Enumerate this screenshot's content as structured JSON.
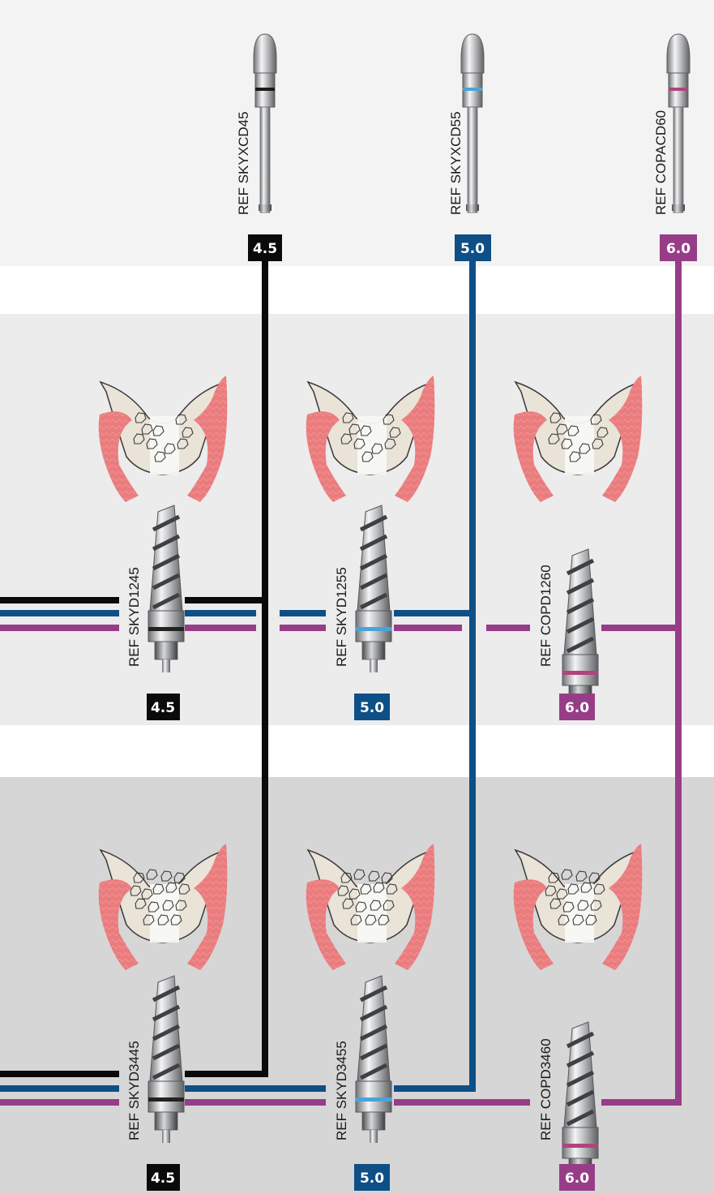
{
  "colors": {
    "black": "#0a0a0a",
    "blue": "#0e4f86",
    "purple": "#973d88",
    "top_band": "#f3f3f3",
    "mid_band": "#ececec",
    "bottom_band": "#d6d6d6",
    "bone": "#e9e3d8",
    "gum": "#ea7c7e"
  },
  "sections": {
    "top": {
      "items": [
        {
          "ref": "REF SKYXCD45",
          "badge": "4.5",
          "color": "black",
          "ring_color": "#1a1a1a",
          "icon": "cortical-drill-icon"
        },
        {
          "ref": "REF SKYXCD55",
          "badge": "5.0",
          "color": "blue",
          "ring_color": "#4aa3d8",
          "icon": "cortical-drill-icon"
        },
        {
          "ref": "REF COPACD60",
          "badge": "6.0",
          "color": "purple",
          "ring_color": "#b1437d",
          "icon": "cortical-drill-icon"
        }
      ]
    },
    "middle": {
      "items": [
        {
          "ref": "REF SKYD1245",
          "badge": "4.5",
          "color": "black",
          "ring_color": "#222222",
          "icon": "twist-drill-icon"
        },
        {
          "ref": "REF SKYD1255",
          "badge": "5.0",
          "color": "blue",
          "ring_color": "#4aa3d8",
          "icon": "twist-drill-icon"
        },
        {
          "ref": "REF COPD1260",
          "badge": "6.0",
          "color": "purple",
          "ring_color": "#b1437d",
          "icon": "twist-drill-icon"
        }
      ],
      "bone_icon": "bone-cross-section-dense-icon"
    },
    "bottom": {
      "items": [
        {
          "ref": "REF SKYD3445",
          "badge": "4.5",
          "color": "black",
          "ring_color": "#222222",
          "icon": "twist-drill-icon"
        },
        {
          "ref": "REF SKYD3455",
          "badge": "5.0",
          "color": "blue",
          "ring_color": "#4aa3d8",
          "icon": "twist-drill-icon"
        },
        {
          "ref": "REF COPD3460",
          "badge": "6.0",
          "color": "purple",
          "ring_color": "#b1437d",
          "icon": "twist-drill-icon"
        }
      ],
      "bone_icon": "bone-cross-section-soft-icon"
    }
  }
}
